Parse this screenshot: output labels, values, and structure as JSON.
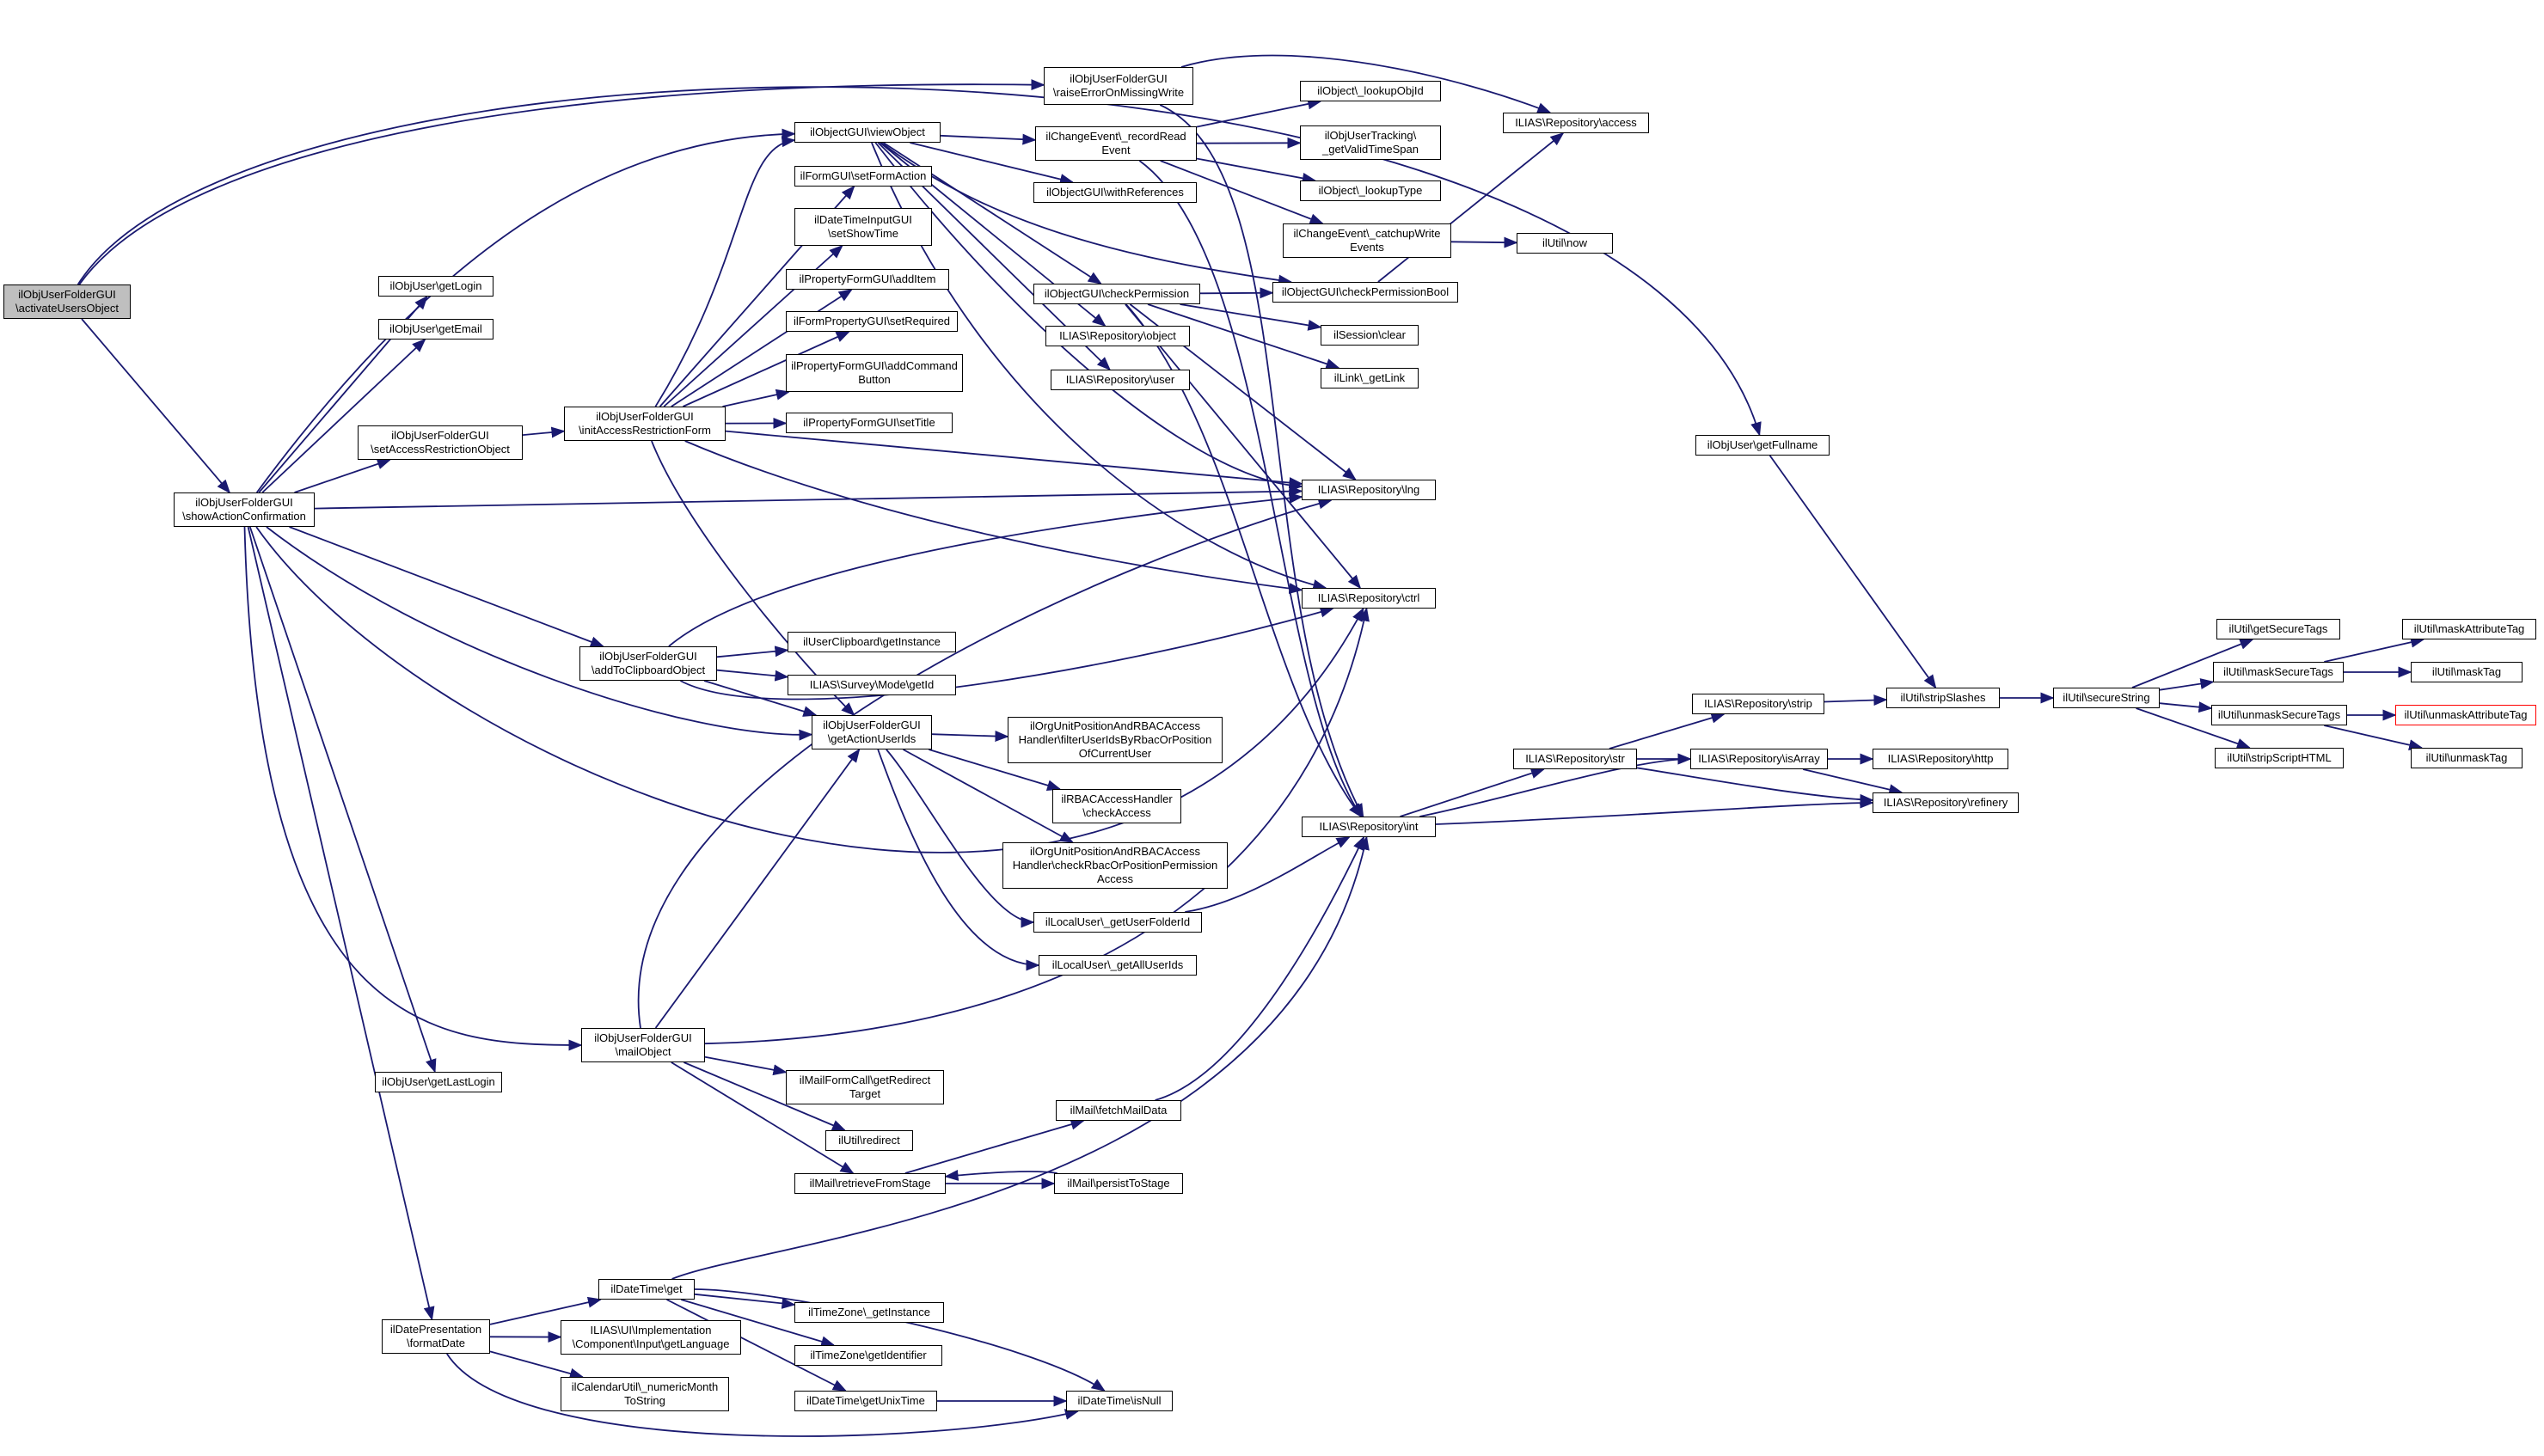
{
  "nodes": [
    {
      "id": "activateUsersObject",
      "text": "ilObjUserFolderGUI\n\\activateUsersObject",
      "root": true
    },
    {
      "id": "showActionConfirmation",
      "text": "ilObjUserFolderGUI\n\\showActionConfirmation"
    },
    {
      "id": "raiseErrorOnMissingWrite",
      "text": "ilObjUserFolderGUI\n\\raiseErrorOnMissingWrite"
    },
    {
      "id": "viewObject",
      "text": "ilObjectGUI\\viewObject"
    },
    {
      "id": "setFormAction",
      "text": "ilFormGUI\\setFormAction"
    },
    {
      "id": "setShowTime",
      "text": "ilDateTimeInputGUI\n\\setShowTime"
    },
    {
      "id": "addItem",
      "text": "ilPropertyFormGUI\\addItem"
    },
    {
      "id": "setRequired",
      "text": "ilFormPropertyGUI\\setRequired"
    },
    {
      "id": "addCommandButton",
      "text": "ilPropertyFormGUI\\addCommand\nButton"
    },
    {
      "id": "setTitle",
      "text": "ilPropertyFormGUI\\setTitle"
    },
    {
      "id": "getLogin",
      "text": "ilObjUser\\getLogin"
    },
    {
      "id": "getEmail",
      "text": "ilObjUser\\getEmail"
    },
    {
      "id": "setAccessRestrictionObject",
      "text": "ilObjUserFolderGUI\n\\setAccessRestrictionObject"
    },
    {
      "id": "initAccessRestrictionForm",
      "text": "ilObjUserFolderGUI\n\\initAccessRestrictionForm"
    },
    {
      "id": "recordReadEvent",
      "text": "ilChangeEvent\\_recordRead\nEvent"
    },
    {
      "id": "withReferences",
      "text": "ilObjectGUI\\withReferences"
    },
    {
      "id": "checkPermission",
      "text": "ilObjectGUI\\checkPermission"
    },
    {
      "id": "repoObject",
      "text": "ILIAS\\Repository\\object"
    },
    {
      "id": "repoUser",
      "text": "ILIAS\\Repository\\user"
    },
    {
      "id": "lookupObjId",
      "text": "ilObject\\_lookupObjId"
    },
    {
      "id": "getValidTimeSpan",
      "text": "ilObjUserTracking\\\n_getValidTimeSpan"
    },
    {
      "id": "lookupType",
      "text": "ilObject\\_lookupType"
    },
    {
      "id": "catchupWriteEvents",
      "text": "ilChangeEvent\\_catchupWrite\nEvents"
    },
    {
      "id": "checkPermissionBool",
      "text": "ilObjectGUI\\checkPermissionBool"
    },
    {
      "id": "sessionClear",
      "text": "ilSession\\clear"
    },
    {
      "id": "getLink",
      "text": "ilLink\\_getLink"
    },
    {
      "id": "repoAccess",
      "text": "ILIAS\\Repository\\access"
    },
    {
      "id": "utilNow",
      "text": "ilUtil\\now"
    },
    {
      "id": "repoLng",
      "text": "ILIAS\\Repository\\lng"
    },
    {
      "id": "repoCtrl",
      "text": "ILIAS\\Repository\\ctrl"
    },
    {
      "id": "getFullname",
      "text": "ilObjUser\\getFullname"
    },
    {
      "id": "addToClipboardObject",
      "text": "ilObjUserFolderGUI\n\\addToClipboardObject"
    },
    {
      "id": "clipboardGetInstance",
      "text": "ilUserClipboard\\getInstance"
    },
    {
      "id": "surveyGetId",
      "text": "ILIAS\\Survey\\Mode\\getId"
    },
    {
      "id": "getActionUserIds",
      "text": "ilObjUserFolderGUI\n\\getActionUserIds"
    },
    {
      "id": "filterUserIds",
      "text": "ilOrgUnitPositionAndRBACAccess\nHandler\\filterUserIdsByRbacOrPosition\nOfCurrentUser"
    },
    {
      "id": "rbacCheckAccess",
      "text": "ilRBACAccessHandler\n\\checkAccess"
    },
    {
      "id": "checkRbacOrPosition",
      "text": "ilOrgUnitPositionAndRBACAccess\nHandler\\checkRbacOrPositionPermission\nAccess"
    },
    {
      "id": "getUserFolderId",
      "text": "ilLocalUser\\_getUserFolderId"
    },
    {
      "id": "getAllUserIds",
      "text": "ilLocalUser\\_getAllUserIds"
    },
    {
      "id": "repoInt",
      "text": "ILIAS\\Repository\\int"
    },
    {
      "id": "repoStr",
      "text": "ILIAS\\Repository\\str"
    },
    {
      "id": "repoStrip",
      "text": "ILIAS\\Repository\\strip"
    },
    {
      "id": "stripSlashes",
      "text": "ilUtil\\stripSlashes"
    },
    {
      "id": "secureString",
      "text": "ilUtil\\secureString"
    },
    {
      "id": "repoIsArray",
      "text": "ILIAS\\Repository\\isArray"
    },
    {
      "id": "repoHttp",
      "text": "ILIAS\\Repository\\http"
    },
    {
      "id": "repoRefinery",
      "text": "ILIAS\\Repository\\refinery"
    },
    {
      "id": "getSecureTags",
      "text": "ilUtil\\getSecureTags"
    },
    {
      "id": "maskSecureTags",
      "text": "ilUtil\\maskSecureTags"
    },
    {
      "id": "unmaskSecureTags",
      "text": "ilUtil\\unmaskSecureTags"
    },
    {
      "id": "stripScriptHTML",
      "text": "ilUtil\\stripScriptHTML"
    },
    {
      "id": "maskAttributeTag",
      "text": "ilUtil\\maskAttributeTag"
    },
    {
      "id": "maskTag",
      "text": "ilUtil\\maskTag"
    },
    {
      "id": "unmaskAttributeTag",
      "text": "ilUtil\\unmaskAttributeTag",
      "red": true
    },
    {
      "id": "unmaskTag",
      "text": "ilUtil\\unmaskTag"
    },
    {
      "id": "mailObject",
      "text": "ilObjUserFolderGUI\n\\mailObject"
    },
    {
      "id": "getLastLogin",
      "text": "ilObjUser\\getLastLogin"
    },
    {
      "id": "getRedirectTarget",
      "text": "ilMailFormCall\\getRedirect\nTarget"
    },
    {
      "id": "utilRedirect",
      "text": "ilUtil\\redirect"
    },
    {
      "id": "fetchMailData",
      "text": "ilMail\\fetchMailData"
    },
    {
      "id": "retrieveFromStage",
      "text": "ilMail\\retrieveFromStage"
    },
    {
      "id": "persistToStage",
      "text": "ilMail\\persistToStage"
    },
    {
      "id": "formatDate",
      "text": "ilDatePresentation\n\\formatDate"
    },
    {
      "id": "dateTimeGet",
      "text": "ilDateTime\\get"
    },
    {
      "id": "getLanguage",
      "text": "ILIAS\\UI\\Implementation\n\\Component\\Input\\getLanguage"
    },
    {
      "id": "numericMonthToString",
      "text": "ilCalendarUtil\\_numericMonth\nToString"
    },
    {
      "id": "tzGetInstance",
      "text": "ilTimeZone\\_getInstance"
    },
    {
      "id": "tzGetIdentifier",
      "text": "ilTimeZone\\getIdentifier"
    },
    {
      "id": "getUnixTime",
      "text": "ilDateTime\\getUnixTime"
    },
    {
      "id": "isNull",
      "text": "ilDateTime\\isNull"
    }
  ]
}
